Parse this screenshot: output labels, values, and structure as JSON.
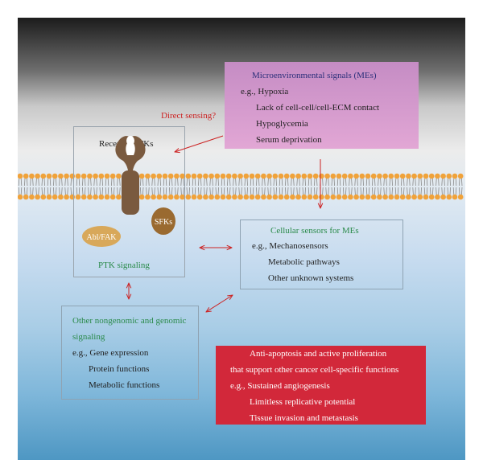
{
  "mes": {
    "title": "Microenvironmental signals (MEs)",
    "items": [
      "e.g., Hypoxia",
      "Lack of cell-cell/cell-ECM contact",
      "Hypoglycemia",
      "Serum deprivation"
    ]
  },
  "direct_sensing": "Direct sensing?",
  "ptk": {
    "receptor_label": "Receptor PTKs",
    "sfk_label": "SFKs",
    "ablfak_label": "Abl/FAK",
    "signaling_label": "PTK signaling"
  },
  "sensors": {
    "title": "Cellular sensors for MEs",
    "items": [
      "e.g., Mechanosensors",
      "Metabolic pathways",
      "Other unknown systems"
    ]
  },
  "genomic": {
    "title_line1": "Other nongenomic and genomic",
    "title_line2": "signaling",
    "items": [
      "e.g., Gene expression",
      "Protein functions",
      "Metabolic functions"
    ]
  },
  "outcomes": {
    "lines": [
      "Anti-apoptosis and active proliferation",
      "that support other cancer cell-specific functions",
      "e.g., Sustained angiogenesis",
      "Limitless replicative potential",
      "Tissue invasion and metastasis"
    ]
  },
  "colors": {
    "arrow": "#cc2323",
    "heading_green": "#2a8a4a",
    "mes_title": "#2b2f7a",
    "outcome_box": "#d2283a",
    "membrane_head": "#f0a23a",
    "receptor": "#7a5a3f",
    "sfk": "#9a6a30",
    "ablfak": "#d8a85a"
  }
}
